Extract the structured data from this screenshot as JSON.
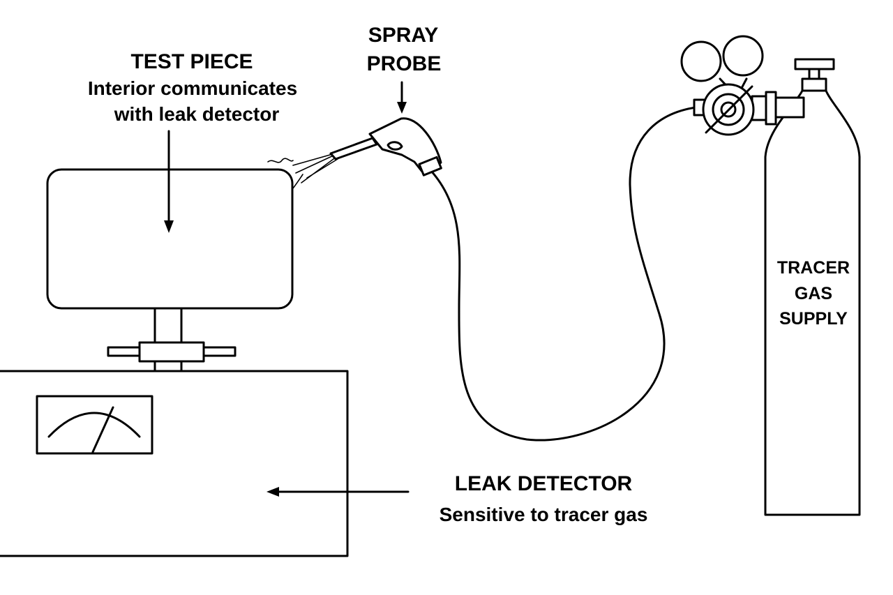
{
  "labels": {
    "test_piece_title": "TEST PIECE",
    "test_piece_line1": "Interior communicates",
    "test_piece_line2": "with leak detector",
    "spray_probe_line1": "SPRAY",
    "spray_probe_line2": "PROBE",
    "leak_detector_title": "LEAK DETECTOR",
    "leak_detector_desc": "Sensitive to tracer gas",
    "tracer_line1": "TRACER",
    "tracer_line2": "GAS",
    "tracer_line3": "SUPPLY"
  },
  "colors": {
    "ink": "#000000",
    "background": "#ffffff"
  }
}
